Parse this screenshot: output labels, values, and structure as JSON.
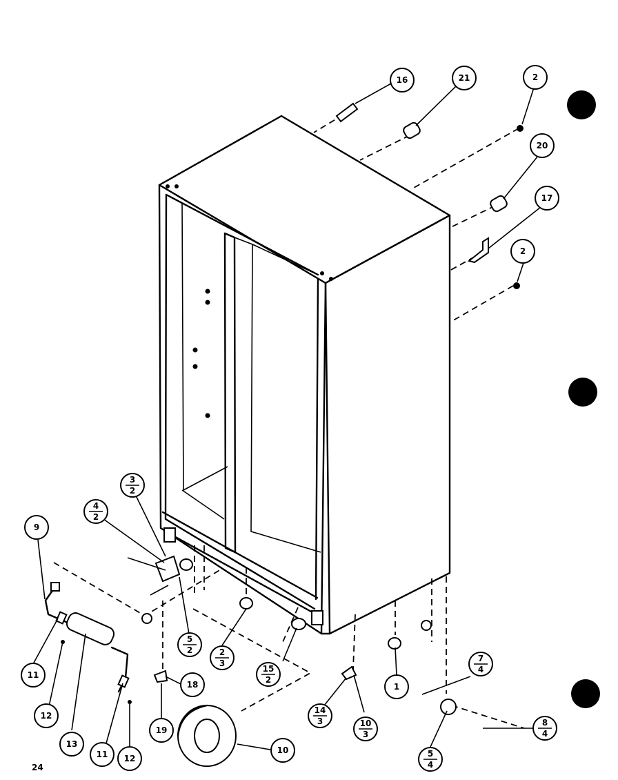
{
  "page_number": "24",
  "callouts": [
    {
      "id": "c16",
      "top": "16"
    },
    {
      "id": "c21",
      "top": "21"
    },
    {
      "id": "c2a",
      "top": "2"
    },
    {
      "id": "c20",
      "top": "20"
    },
    {
      "id": "c17",
      "top": "17"
    },
    {
      "id": "c2b",
      "top": "2"
    },
    {
      "id": "c9",
      "top": "9"
    },
    {
      "id": "c42",
      "top": "4",
      "bottom": "2"
    },
    {
      "id": "c32",
      "top": "3",
      "bottom": "2"
    },
    {
      "id": "c52",
      "top": "5",
      "bottom": "2"
    },
    {
      "id": "c23",
      "top": "2",
      "bottom": "3"
    },
    {
      "id": "c152",
      "top": "15",
      "bottom": "2"
    },
    {
      "id": "c143",
      "top": "14",
      "bottom": "3"
    },
    {
      "id": "c103",
      "top": "10",
      "bottom": "3"
    },
    {
      "id": "c1",
      "top": "1"
    },
    {
      "id": "c74",
      "top": "7",
      "bottom": "4"
    },
    {
      "id": "c84",
      "top": "8",
      "bottom": "4"
    },
    {
      "id": "c54",
      "top": "5",
      "bottom": "4"
    },
    {
      "id": "c11a",
      "top": "11"
    },
    {
      "id": "c12a",
      "top": "12"
    },
    {
      "id": "c13",
      "top": "13"
    },
    {
      "id": "c11b",
      "top": "11"
    },
    {
      "id": "c12b",
      "top": "12"
    },
    {
      "id": "c18",
      "top": "18"
    },
    {
      "id": "c19",
      "top": "19"
    },
    {
      "id": "c10",
      "top": "10"
    }
  ]
}
